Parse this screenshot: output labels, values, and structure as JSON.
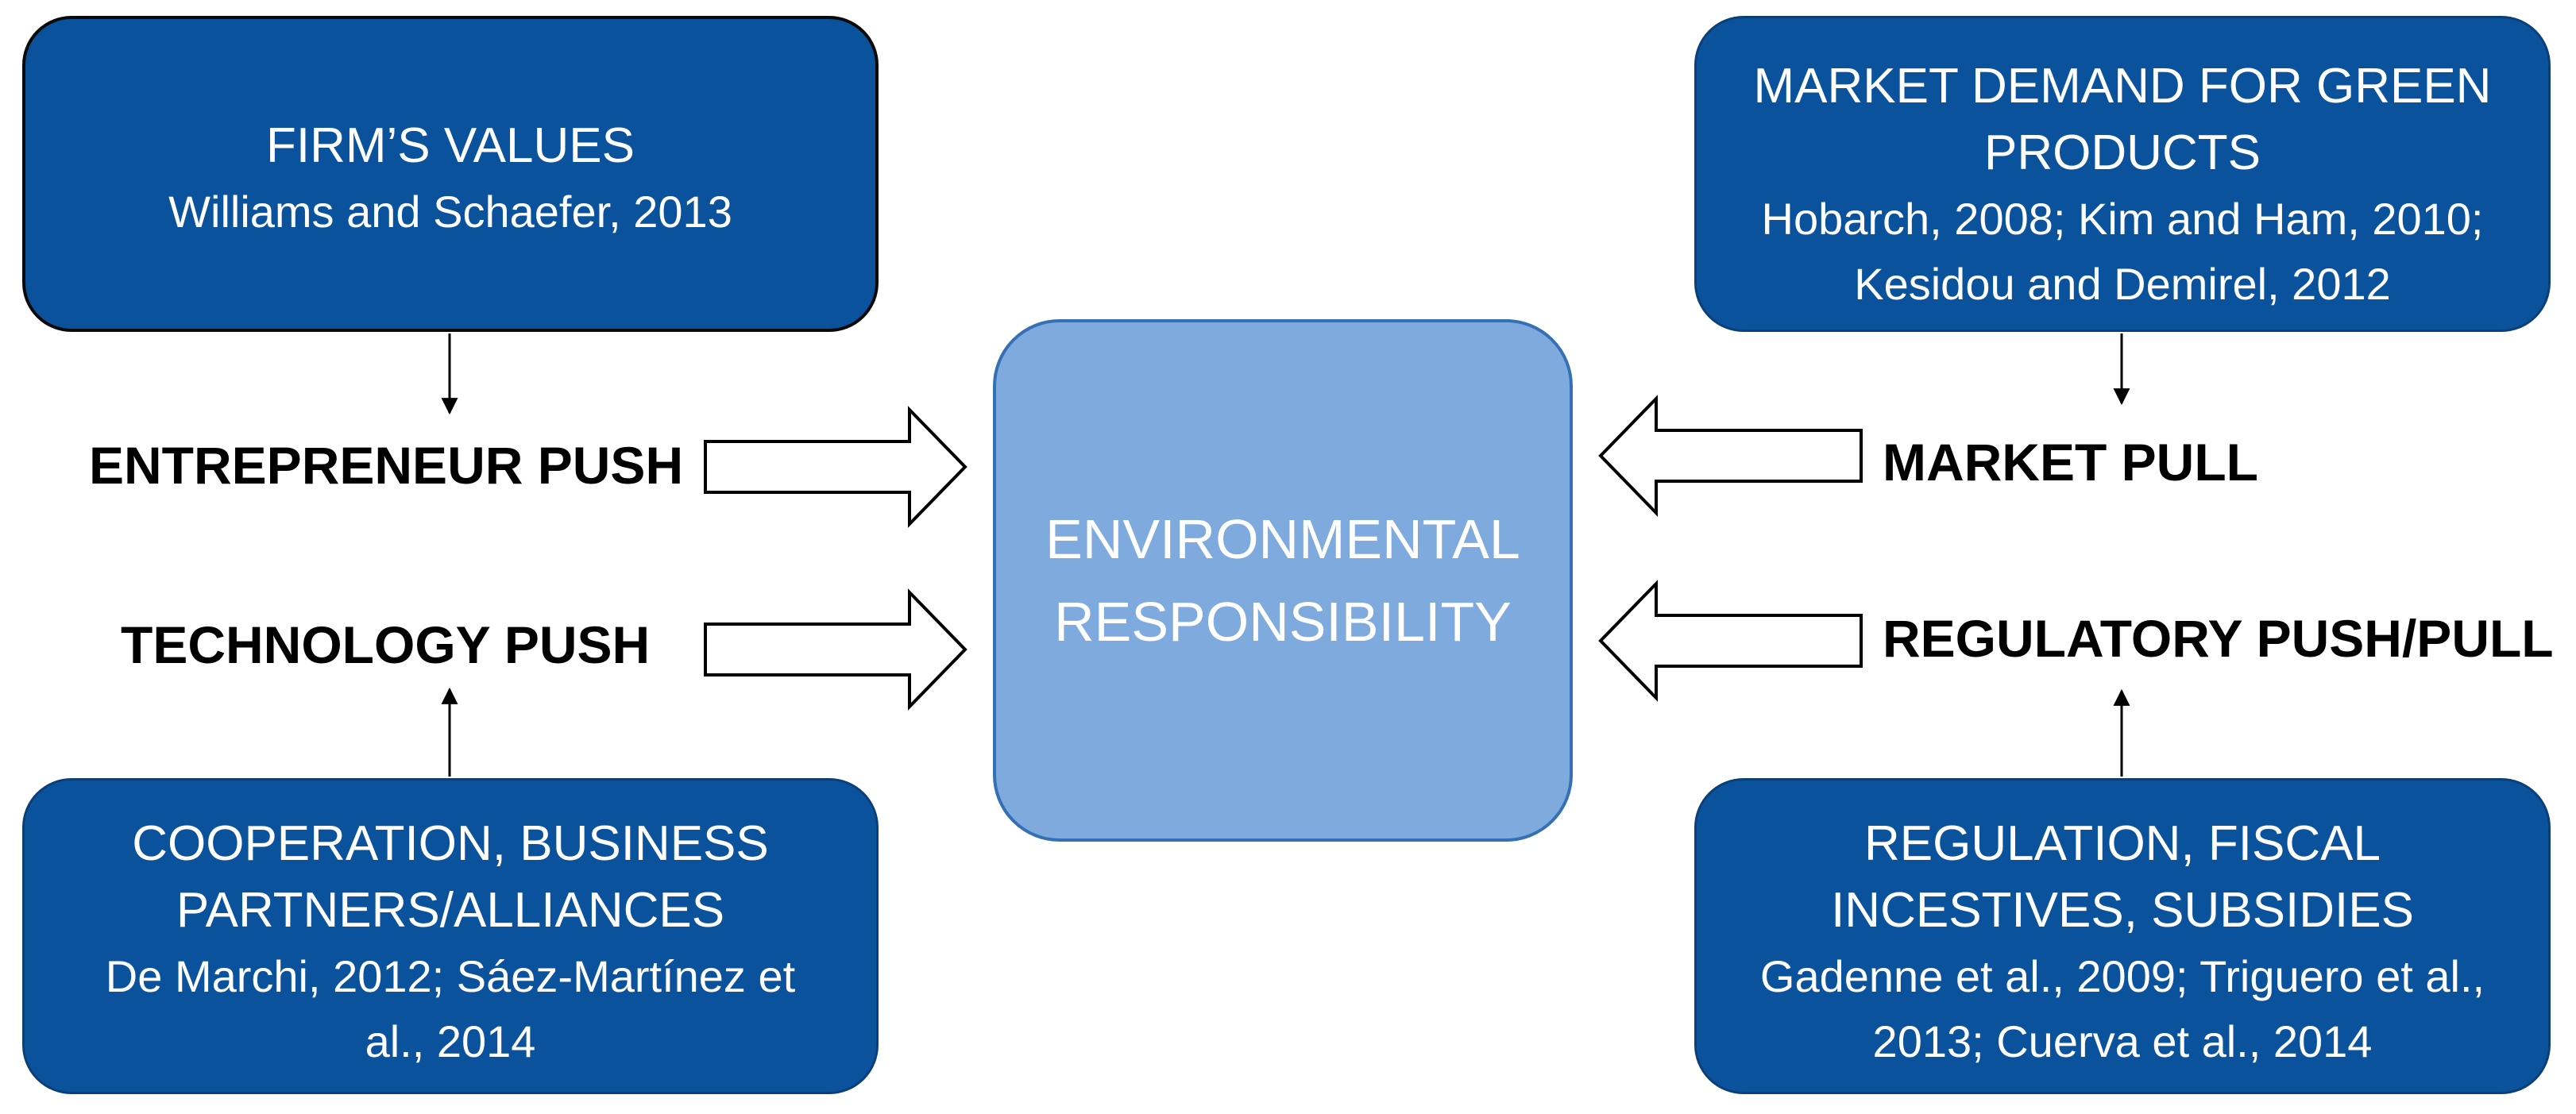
{
  "diagram": {
    "center": {
      "line1": "ENVIRONMENTAL",
      "line2": "RESPONSIBILITY"
    },
    "boxes": {
      "firm_values": {
        "title": "FIRM’S VALUES",
        "cite": "Williams and Schaefer, 2013"
      },
      "market_demand": {
        "title_line1": "MARKET DEMAND FOR GREEN",
        "title_line2": "PRODUCTS",
        "cite_line1": "Hobarch, 2008; Kim and Ham, 2010;",
        "cite_line2": "Kesidou and Demirel, 2012"
      },
      "cooperation": {
        "title_line1": "COOPERATION, BUSINESS",
        "title_line2": "PARTNERS/ALLIANCES",
        "cite_line1": "De Marchi, 2012; Sáez-Martínez et",
        "cite_line2": "al., 2014"
      },
      "regulation": {
        "title_line1": "REGULATION, FISCAL",
        "title_line2": "INCESTIVES, SUBSIDIES",
        "cite_line1": "Gadenne et al., 2009; Triguero et al.,",
        "cite_line2": "2013; Cuerva et al., 2014"
      }
    },
    "drivers": {
      "entrepreneur_push": "ENTREPRENEUR PUSH",
      "technology_push": "TECHNOLOGY PUSH",
      "market_pull": "MARKET PULL",
      "regulatory_push_pull": "REGULATORY PUSH/PULL"
    },
    "colors": {
      "box_fill": "#0a539c",
      "center_fill": "#7eaadd",
      "center_border": "#3670b4",
      "arrow_outline": "#000000"
    }
  }
}
